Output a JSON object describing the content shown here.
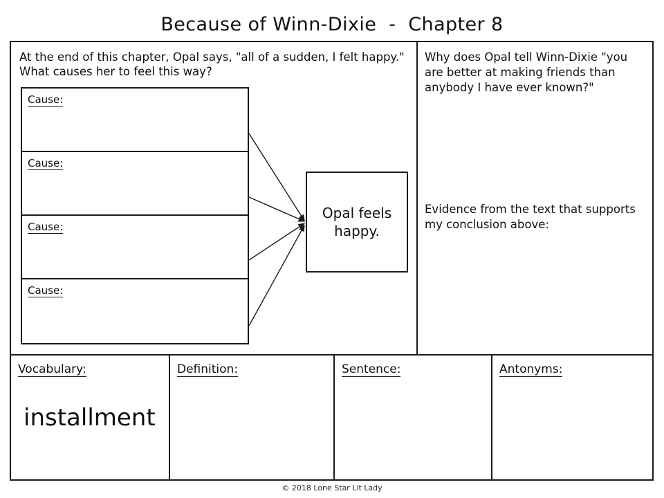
{
  "title": "Because of Winn-Dixie  -  Chapter 8",
  "left_panel": {
    "prompt": "At the end of this chapter, Opal says, \"all of a sudden, I felt happy.\"\nWhat causes her to feel this way?",
    "cause_boxes": [
      {
        "label": "Cause:",
        "value": ""
      },
      {
        "label": "Cause:",
        "value": ""
      },
      {
        "label": "Cause:",
        "value": ""
      },
      {
        "label": "Cause:",
        "value": ""
      }
    ],
    "effect": {
      "text": "Opal feels\nhappy."
    },
    "arrow_count": 4
  },
  "right_panel": {
    "question": "Why does Opal tell Winn-Dixie \"you\nare better at making friends than\nanybody I have ever known?\"",
    "evidence_prompt": "Evidence from the text that supports\nmy conclusion above:"
  },
  "vocabulary_row": {
    "cells": [
      {
        "heading": "Vocabulary:",
        "value": "installment"
      },
      {
        "heading": "Definition:",
        "value": ""
      },
      {
        "heading": "Sentence:",
        "value": ""
      },
      {
        "heading": "Antonyms:",
        "value": ""
      }
    ]
  },
  "footer": {
    "credit": "© 2018 Lone Star Lit Lady"
  },
  "colors": {
    "ink": "#1a1a1a",
    "paper": "#ffffff"
  }
}
